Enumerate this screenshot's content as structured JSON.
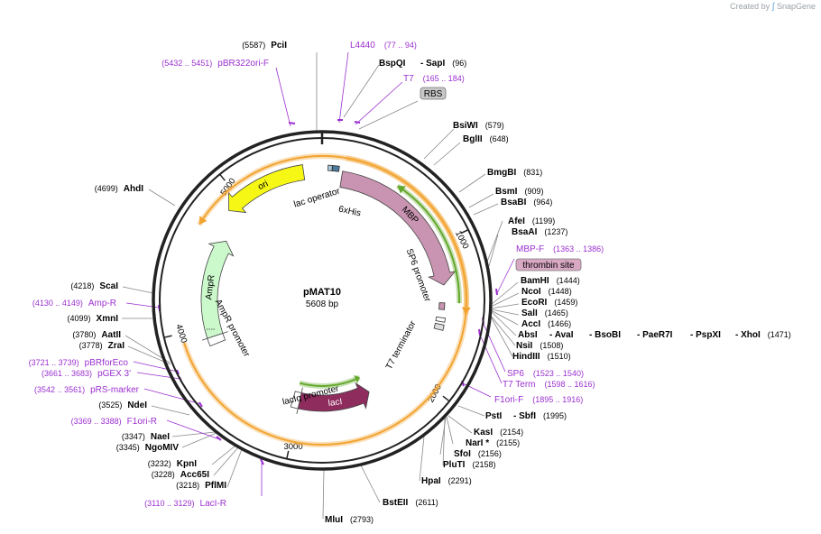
{
  "credit": {
    "prefix": "Created by",
    "logo_icon": "snapgene-logo-icon",
    "brand": "SnapGene"
  },
  "plasmid": {
    "name": "pMAT10",
    "length_label": "5608 bp",
    "length": 5608
  },
  "colors": {
    "backbone": "#222222",
    "leader": "#888888",
    "primer": "#9b30d0",
    "ori": "#f7f716",
    "amp_promoter": "#ffffff",
    "ampr": "#cbf9cb",
    "mbp": "#c994b1",
    "laci": "#8e2c5e",
    "orf_orange": "#f2a431",
    "orf_green": "#63a82c",
    "his": "#4d7a9b",
    "lac_operator": "#a7c7dc"
  },
  "ticks": [
    {
      "pos": 1000,
      "label": "1000"
    },
    {
      "pos": 2000,
      "label": "2000"
    },
    {
      "pos": 3000,
      "label": "3000"
    },
    {
      "pos": 4000,
      "label": "4000"
    },
    {
      "pos": 5000,
      "label": "5000"
    }
  ],
  "features": [
    {
      "name": "ori",
      "start": 4890,
      "end": 5480,
      "dir": -1,
      "kind": "arrow",
      "color_key": "ori",
      "label": "ori",
      "label_inside": true
    },
    {
      "name": "AmpR",
      "start": 3920,
      "end": 4700,
      "dir": 1,
      "kind": "arrow",
      "color_key": "ampr",
      "label": "AmpR",
      "label_inside": true
    },
    {
      "name": "AmpR promoter",
      "start": 3860,
      "end": 3920,
      "dir": 1,
      "kind": "arrow",
      "color_key": "amp_promoter",
      "label": "AmpR promoter",
      "label_inside": false
    },
    {
      "name": "MBP",
      "start": 140,
      "end": 1290,
      "dir": 1,
      "kind": "arrow",
      "color_key": "mbp",
      "label": "MBP",
      "label_inside": true
    },
    {
      "name": "lacI",
      "start": 2380,
      "end": 3000,
      "dir": -1,
      "kind": "arrow",
      "color_key": "laci",
      "label": "lacI",
      "label_inside": true
    },
    {
      "name": "lacIq promoter",
      "start": 3000,
      "end": 3060,
      "dir": -1,
      "kind": "arrow",
      "color_key": "amp_promoter",
      "label": "lacIq promoter",
      "label_inside": false
    }
  ],
  "feature_labels": {
    "lac_operator": "lac operator",
    "his": "6xHis",
    "sp6_promoter": "SP6 promoter",
    "t7_terminator": "T7 terminator",
    "rbs": "RBS",
    "thrombin_site": "thrombin site"
  },
  "sites": [
    {
      "name": "PciI",
      "pos": "(5587)",
      "side": "left"
    },
    {
      "name": "BspQI",
      "pos": "",
      "side": "right"
    },
    {
      "name": "- SapI",
      "pos": "(96)",
      "side": "right"
    },
    {
      "name": "BsiWI",
      "pos": "(579)",
      "side": "right"
    },
    {
      "name": "BglII",
      "pos": "(648)",
      "side": "right"
    },
    {
      "name": "BmgBI",
      "pos": "(831)",
      "side": "right"
    },
    {
      "name": "BsmI",
      "pos": "(909)",
      "side": "right"
    },
    {
      "name": "BsaBI",
      "pos": "(964)",
      "side": "right"
    },
    {
      "name": "AfeI",
      "pos": "(1199)",
      "side": "right"
    },
    {
      "name": "BsaAI",
      "pos": "(1237)",
      "side": "right"
    },
    {
      "name": "BamHI",
      "pos": "(1444)",
      "side": "right"
    },
    {
      "name": "NcoI",
      "pos": "(1448)",
      "side": "right"
    },
    {
      "name": "EcoRI",
      "pos": "(1459)",
      "side": "right"
    },
    {
      "name": "SalI",
      "pos": "(1465)",
      "side": "right"
    },
    {
      "name": "AccI",
      "pos": "(1466)",
      "side": "right"
    },
    {
      "name": "AbsI",
      "pos": "",
      "side": "right"
    },
    {
      "name": "- AvaI",
      "pos": "",
      "side": "right"
    },
    {
      "name": "- BsoBI",
      "pos": "",
      "side": "right"
    },
    {
      "name": "- PaeR7I",
      "pos": "",
      "side": "right"
    },
    {
      "name": "- PspXI",
      "pos": "",
      "side": "right"
    },
    {
      "name": "- XhoI",
      "pos": "(1471)",
      "side": "right"
    },
    {
      "name": "NsiI",
      "pos": "(1508)",
      "side": "right"
    },
    {
      "name": "HindIII",
      "pos": "(1510)",
      "side": "right"
    },
    {
      "name": "PstI",
      "pos": "",
      "side": "right"
    },
    {
      "name": "- SbfI",
      "pos": "(1995)",
      "side": "right"
    },
    {
      "name": "KasI",
      "pos": "(2154)",
      "side": "right"
    },
    {
      "name": "NarI *",
      "pos": "(2155)",
      "side": "right"
    },
    {
      "name": "SfoI",
      "pos": "(2156)",
      "side": "right"
    },
    {
      "name": "PluTI",
      "pos": "(2158)",
      "side": "right"
    },
    {
      "name": "HpaI",
      "pos": "(2291)",
      "side": "right"
    },
    {
      "name": "BstEII",
      "pos": "(2611)",
      "side": "right"
    },
    {
      "name": "MluI",
      "pos": "(2793)",
      "side": "right"
    },
    {
      "name": "PflMI",
      "pos": "(3218)",
      "side": "left"
    },
    {
      "name": "Acc65I",
      "pos": "(3228)",
      "side": "left"
    },
    {
      "name": "KpnI",
      "pos": "(3232)",
      "side": "left"
    },
    {
      "name": "NgoMIV",
      "pos": "(3345)",
      "side": "left"
    },
    {
      "name": "NaeI",
      "pos": "(3347)",
      "side": "left"
    },
    {
      "name": "NdeI",
      "pos": "(3525)",
      "side": "left"
    },
    {
      "name": "ZraI",
      "pos": "(3778)",
      "side": "left"
    },
    {
      "name": "AatII",
      "pos": "(3780)",
      "side": "left"
    },
    {
      "name": "XmnI",
      "pos": "(4099)",
      "side": "left"
    },
    {
      "name": "ScaI",
      "pos": "(4218)",
      "side": "left"
    },
    {
      "name": "AhdI",
      "pos": "(4699)",
      "side": "left"
    }
  ],
  "primers": [
    {
      "name": "L4440",
      "pos": "(77 .. 94)"
    },
    {
      "name": "T7",
      "pos": "(165 .. 184)"
    },
    {
      "name": "pBR322ori-F",
      "pos": "(5432 .. 5451)"
    },
    {
      "name": "MBP-F",
      "pos": "(1363 .. 1386)"
    },
    {
      "name": "SP6",
      "pos": "(1523 .. 1540)"
    },
    {
      "name": "T7 Term",
      "pos": "(1598 .. 1616)"
    },
    {
      "name": "F1ori-F",
      "pos": "(1895 .. 1916)"
    },
    {
      "name": "LacI-R",
      "pos": "(3110 .. 3129)"
    },
    {
      "name": "F1ori-R",
      "pos": "(3369 .. 3388)"
    },
    {
      "name": "pRS-marker",
      "pos": "(3542 .. 3561)"
    },
    {
      "name": "pGEX 3'",
      "pos": "(3661 .. 3683)"
    },
    {
      "name": "pBRforEco",
      "pos": "(3721 .. 3739)"
    },
    {
      "name": "Amp-R",
      "pos": "(4130 .. 4149)"
    }
  ]
}
